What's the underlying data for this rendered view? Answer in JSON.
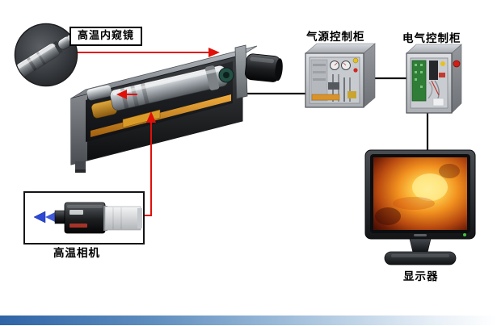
{
  "labels": {
    "endoscope": "高温内窥镜",
    "air_cabinet": "气源控制柜",
    "electric_cabinet": "电气控制柜",
    "camera": "高温相机",
    "monitor": "显示器"
  },
  "colors": {
    "connector_black": "#141414",
    "connector_red": "#e01008",
    "arrow_blue": "#2b49d6",
    "footer_blue_left": "#2f64a6",
    "footer_blue_right": "#ffffff",
    "rail_orange": "#d8932a",
    "pcb_green": "#2f7d36",
    "screen_hot_center": "#ffefa0",
    "screen_hot_edge": "#491004"
  }
}
